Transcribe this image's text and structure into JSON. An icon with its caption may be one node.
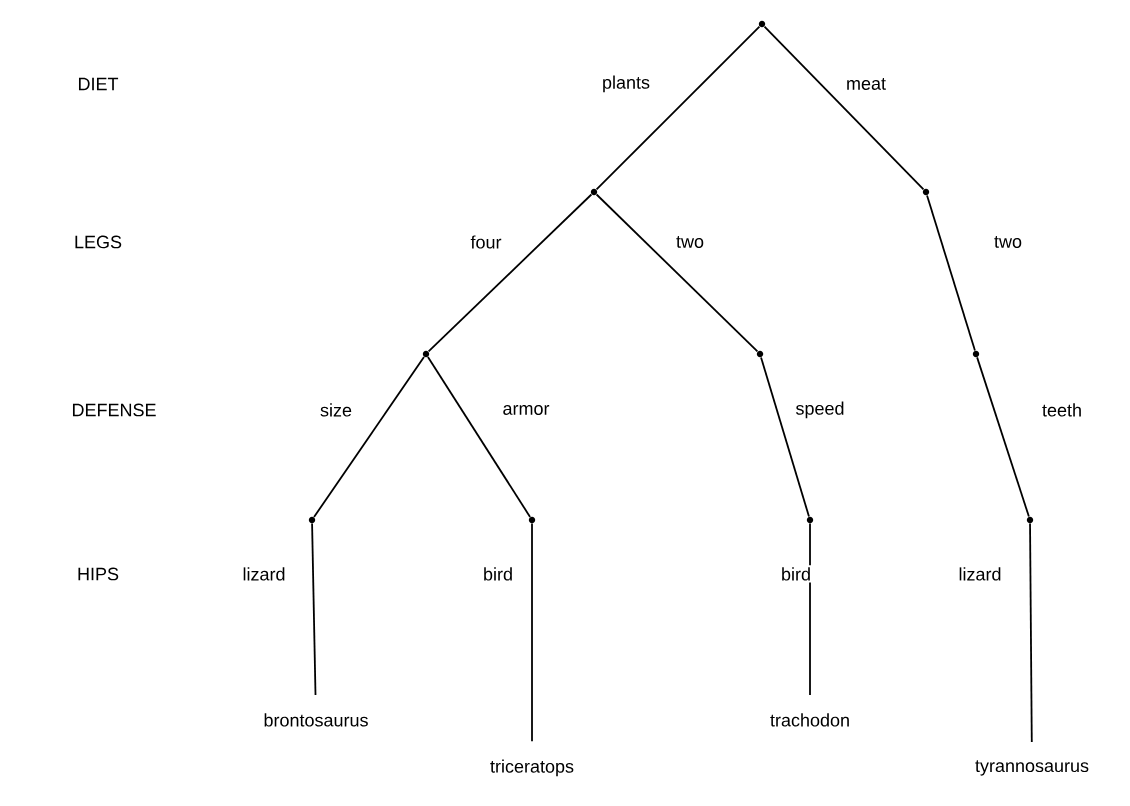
{
  "diagram": {
    "nodes": [
      {
        "text": [],
        "shape": "circle"
      },
      {
        "text": [],
        "shape": "circle"
      },
      {
        "text": [],
        "shape": "circle"
      },
      {
        "text": [],
        "shape": "circle"
      },
      {
        "text": [],
        "shape": "circle"
      },
      {
        "text": [],
        "shape": "circle"
      },
      {
        "text": [],
        "shape": "circle"
      },
      {
        "text": [],
        "shape": "circle"
      },
      {
        "text": [],
        "shape": "circle"
      },
      {
        "text": [],
        "shape": "circle"
      },
      {
        "text": [
          "brontosaurus"
        ]
      },
      {
        "text": [
          "triceratops"
        ]
      },
      {
        "text": [
          "trachodon"
        ]
      },
      {
        "text": [
          "tyrannosaurus"
        ]
      }
    ],
    "edges": [
      {
        "from": 0,
        "to": 1,
        "arrow": "none",
        "label": "plants"
      },
      {
        "from": 0,
        "to": 2,
        "arrow": "none",
        "label": "meat"
      },
      {
        "from": 1,
        "to": 3,
        "arrow": "none",
        "label": "four"
      },
      {
        "from": 1,
        "to": 4,
        "arrow": "none",
        "label": "two"
      },
      {
        "from": 2,
        "to": 5,
        "arrow": "none",
        "label": "two"
      },
      {
        "from": 3,
        "to": 6,
        "arrow": "none",
        "label": "size"
      },
      {
        "from": 3,
        "to": 7,
        "arrow": "none",
        "label": "armor"
      },
      {
        "from": 4,
        "to": 8,
        "arrow": "none",
        "label": "speed"
      },
      {
        "from": 5,
        "to": 9,
        "arrow": "none",
        "label": "teeth"
      },
      {
        "from": 6,
        "to": 10,
        "arrow": "none",
        "label": "lizard"
      },
      {
        "from": 7,
        "to": 11,
        "arrow": "none",
        "label": "bird"
      },
      {
        "from": 8,
        "to": 12,
        "arrow": "none",
        "label": "bird"
      },
      {
        "from": 9,
        "to": 13,
        "arrow": "none",
        "label": "lizard"
      }
    ],
    "labels": [
      "DIET",
      "LEGS",
      "DEFENSE",
      "HIPS"
    ]
  }
}
